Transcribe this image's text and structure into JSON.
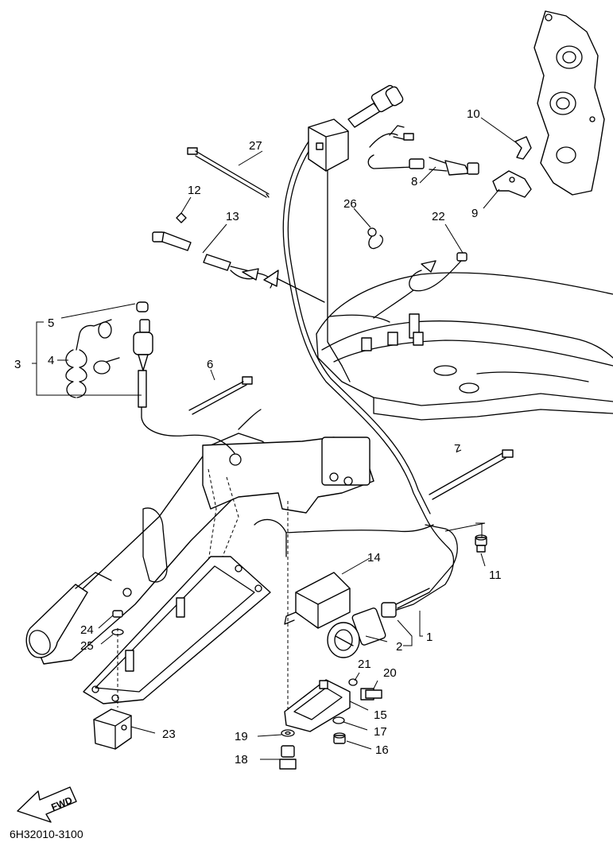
{
  "diagram": {
    "part_labels": [
      "1",
      "2",
      "3",
      "4",
      "5",
      "6",
      "7",
      "8",
      "9",
      "10",
      "11",
      "12",
      "13",
      "14",
      "15",
      "16",
      "17",
      "18",
      "19",
      "20",
      "21",
      "22",
      "23",
      "24",
      "25",
      "26",
      "27"
    ],
    "direction_label": "FWD",
    "drawing_code": "6H32010-3100"
  }
}
